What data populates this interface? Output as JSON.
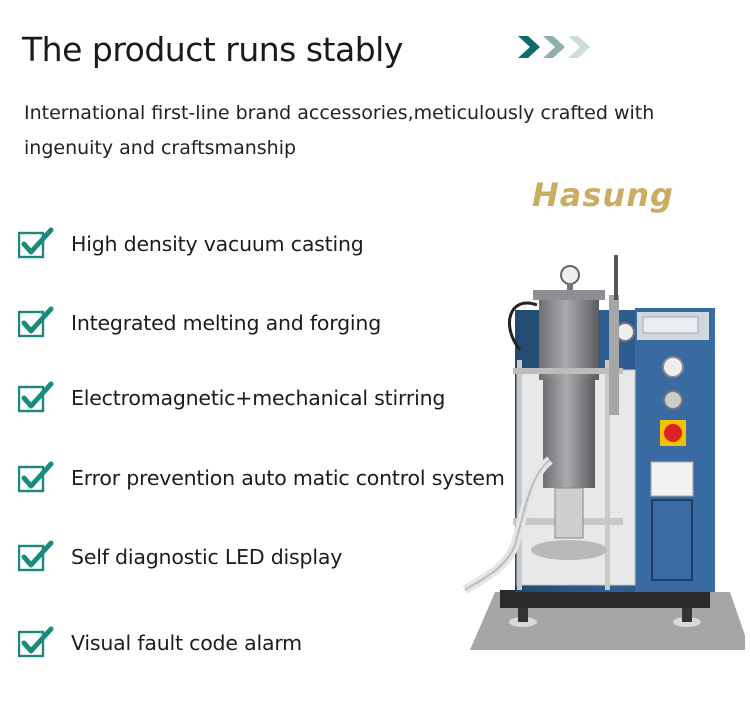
{
  "header": {
    "title": "The product runs stably",
    "subtitle": "International first-line brand accessories,meticulously crafted with ingenuity and craftsmanship"
  },
  "brand": {
    "name": "Hasung",
    "color": "#c8ad62"
  },
  "features": [
    {
      "label": "High density vacuum casting"
    },
    {
      "label": "Integrated melting and forging"
    },
    {
      "label": "Electromagnetic+mechanical stirring"
    },
    {
      "label": "Error prevention auto matic control system"
    },
    {
      "label": "Self diagnostic LED display"
    },
    {
      "label": "Visual fault code alarm"
    }
  ],
  "icons": {
    "feature_icon": "check-box-icon",
    "header_decoration": "triple-chevron-icon"
  },
  "colors": {
    "check_accent": "#1a8a7c",
    "machine_body": "#2f5f94",
    "chevron_dark": "#0f6a6b"
  }
}
